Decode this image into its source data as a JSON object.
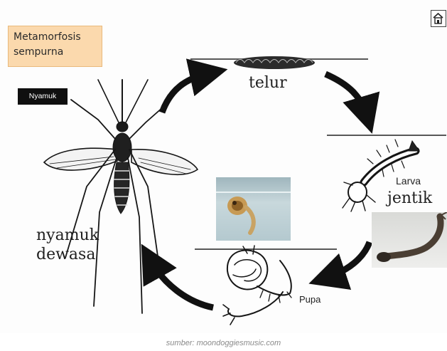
{
  "title_box": {
    "line1": "Metamorfosis",
    "line2": "sempurna"
  },
  "tag": "Nyamuk",
  "stages": {
    "egg": "telur",
    "larva_en": "Larva",
    "larva_id": "jentik",
    "pupa": "Pupa",
    "adult_line1": "nyamuk",
    "adult_line2": "dewasa"
  },
  "credit": "sumber: moondoggiesmusic.com",
  "icons": [
    "home-icon"
  ],
  "colors": {
    "title_box": "#fbd9ad",
    "tag_bg": "#0f0f0f",
    "arrow": "#111111"
  }
}
